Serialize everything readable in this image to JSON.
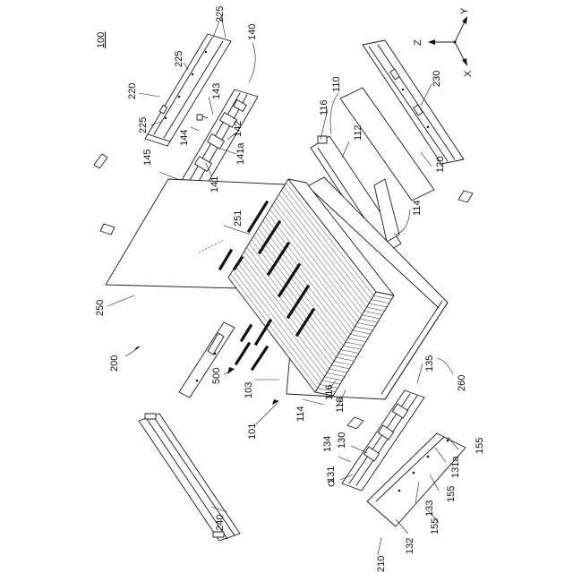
{
  "figure": {
    "labels": {
      "l100": "100",
      "l225a": "225",
      "l225b": "225",
      "l225c": "225",
      "l220": "220",
      "l140": "140",
      "l143": "143",
      "l144": "144",
      "l142": "142",
      "l141a": "141a",
      "l141": "141",
      "l145": "145",
      "l110": "110",
      "l116a": "116",
      "l112": "112",
      "l230": "230",
      "l120": "120",
      "l114a": "114",
      "l251": "251",
      "l250": "250",
      "l200": "200",
      "l500": "500",
      "l103": "103",
      "l101": "101",
      "l114b": "114",
      "l116b": "116",
      "l118": "118",
      "l135": "135",
      "l260": "260",
      "l130": "130",
      "l134": "134",
      "l131": "131",
      "l131a": "131a",
      "l155a": "155",
      "l155b": "155",
      "l133": "133",
      "l155c": "155",
      "l240": "240",
      "l210": "210",
      "l132": "132"
    },
    "axes": {
      "z": "Z",
      "y": "Y",
      "x": "X"
    }
  }
}
